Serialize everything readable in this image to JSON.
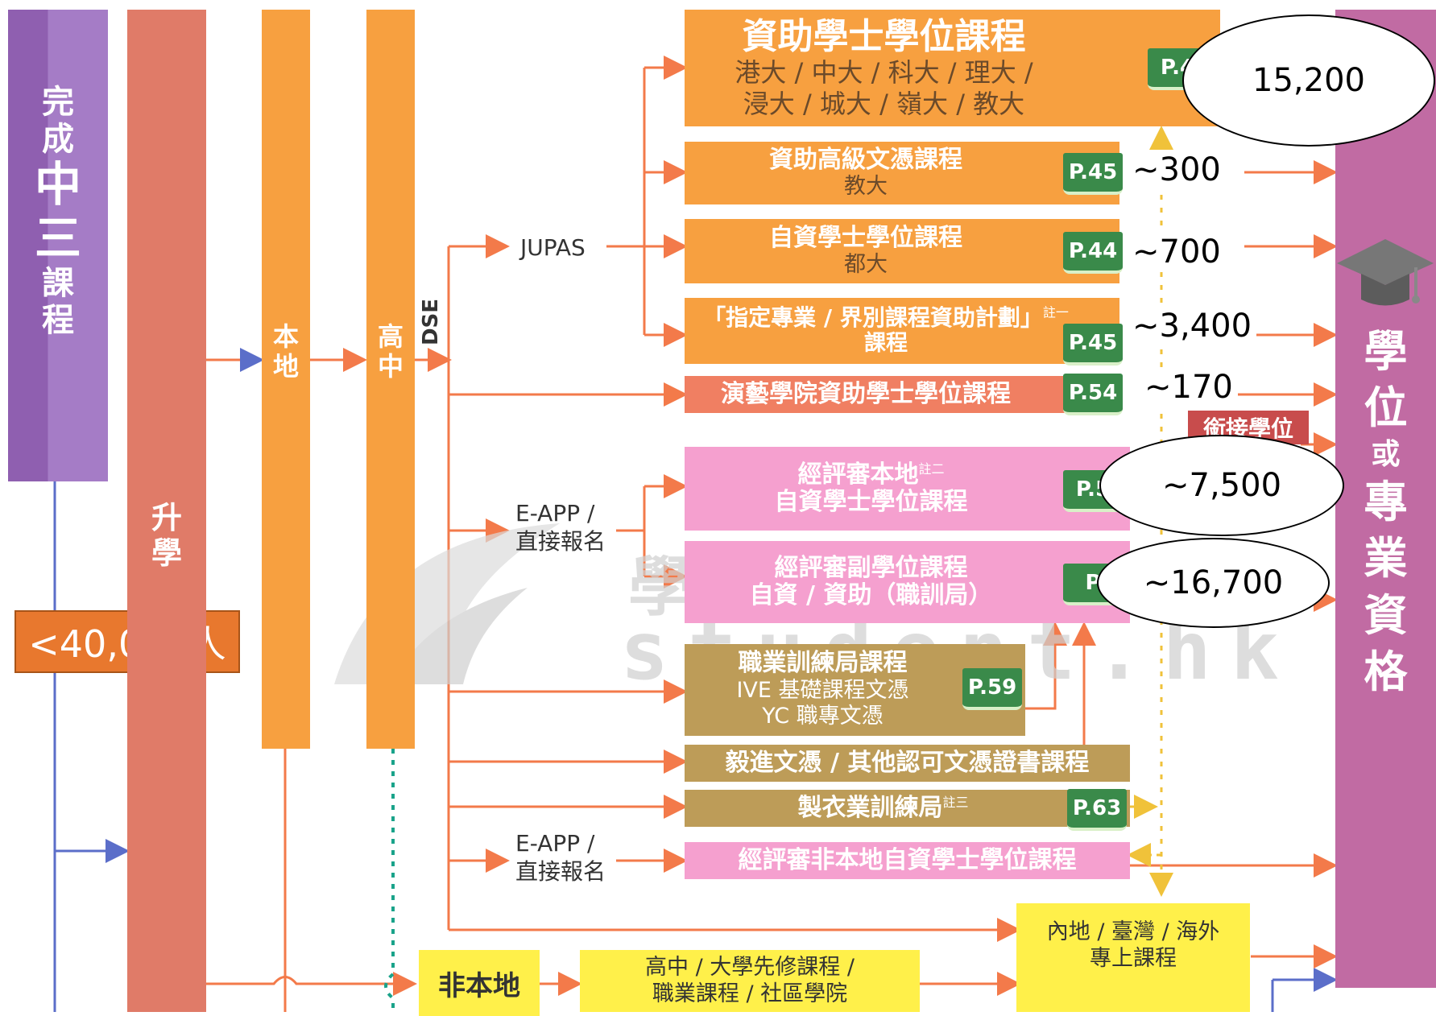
{
  "left_column": {
    "title_chars": [
      "完",
      "成",
      "中",
      "三",
      "課",
      "程"
    ],
    "count_label": "<40,000人"
  },
  "columns": {
    "promotion_chars": [
      "升",
      "學"
    ],
    "local_chars": [
      "本",
      "地"
    ],
    "senior_chars": [
      "高",
      "中"
    ],
    "dse_label": "DSE"
  },
  "routes": {
    "jupas": "JUPAS",
    "eapp_1": [
      "E-APP /",
      "直接報名"
    ],
    "eapp_2": [
      "E-APP /",
      "直接報名"
    ],
    "non_local": "非本地"
  },
  "programmes": [
    {
      "title": "資助學士學位課程",
      "sub": [
        "港大 / 中大 / 科大 / 理大 /",
        "浸大 / 城大 / 嶺大 / 教大"
      ],
      "page": "P.4",
      "count": "15,200"
    },
    {
      "title": "資助高級文憑課程",
      "sub": [
        "教大"
      ],
      "page": "P.45",
      "count": "~300"
    },
    {
      "title": "自資學士學位課程",
      "sub": [
        "都大"
      ],
      "page": "P.44",
      "count": "~700"
    },
    {
      "title": "「指定專業 / 界別課程資助計劃」",
      "note": "註一",
      "sub": [
        "課程"
      ],
      "page": "P.45",
      "count": "~3,400"
    },
    {
      "title": "演藝學院資助學士學位課程",
      "sub": [],
      "page": "P.54",
      "count": "~170"
    },
    {
      "title": "經評審本地",
      "note": "註二",
      "sub": [
        "自資學士學位課程"
      ],
      "page": "P.5",
      "count": "~7,500"
    },
    {
      "title": "經評審副學位課程",
      "sub": [
        "自資 / 資助（職訓局）"
      ],
      "page": "P",
      "count": "~16,700"
    },
    {
      "title": "職業訓練局課程",
      "sub": [
        "IVE 基礎課程文憑",
        "YC 職專文憑"
      ],
      "page": "P.59"
    },
    {
      "title": "毅進文憑 / 其他認可文憑證書課程",
      "sub": []
    },
    {
      "title": "製衣業訓練局",
      "note": "註三",
      "sub": [],
      "page": "P.63"
    },
    {
      "title": "經評審非本地自資學士學位課程",
      "sub": []
    }
  ],
  "bridging_label": "銜接學位",
  "non_local_courses": [
    "高中 / 大學先修課程 /",
    "職業課程 / 社區學院"
  ],
  "overseas_courses": [
    "內地 / 臺灣 / 海外",
    "專上課程"
  ],
  "right_column": {
    "chars": [
      "學",
      "位",
      "或",
      "專",
      "業",
      "資",
      "格"
    ],
    "icon": "graduation-cap-icon"
  },
  "watermark": {
    "brand": "學友社",
    "site": "student.hk"
  },
  "colors": {
    "purple": "#9b6bb8",
    "orange": "#f7a040",
    "salmon": "#e07b68",
    "coral": "#f07f62",
    "pink": "#f5a0cf",
    "brown": "#bd9c58",
    "yellow": "#fff04a",
    "magenta": "#c16ba3",
    "arrow": "#f37a4a",
    "blue": "#5b6ec9",
    "green": "#3a8a4a",
    "count_orange": "#e8782e"
  }
}
